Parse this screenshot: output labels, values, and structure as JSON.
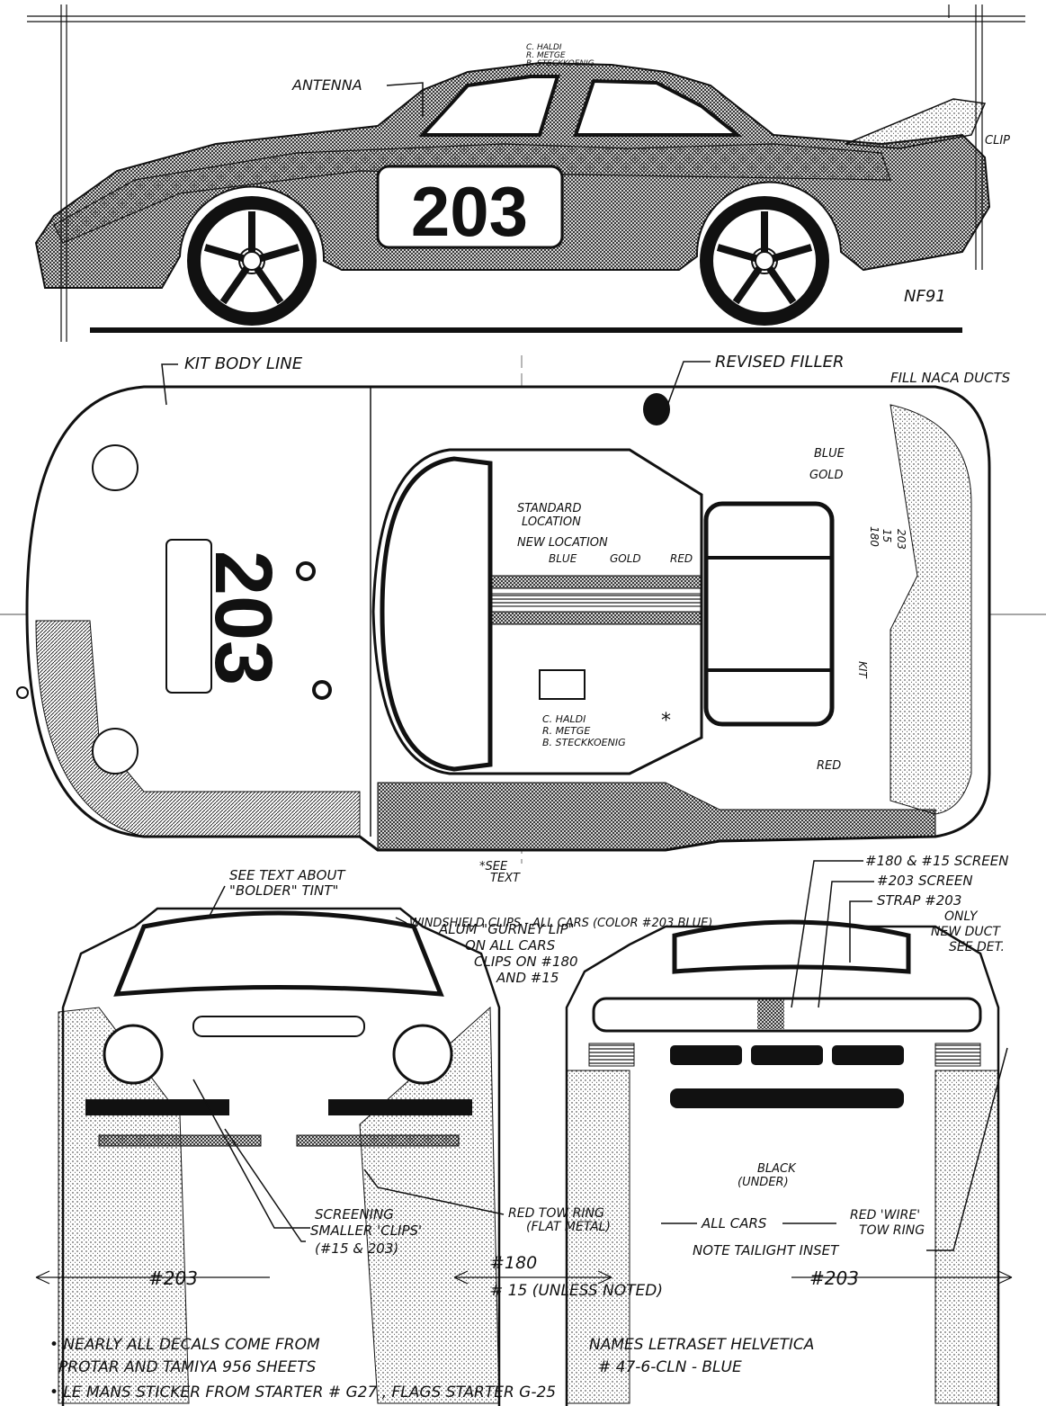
{
  "side_view": {
    "antenna": "ANTENNA",
    "clip": "CLIP",
    "artist_signature": "NF91",
    "car_number": "203",
    "roof_names": [
      "C. HALDI",
      "R. METGE",
      "B. STECKKOENIG"
    ]
  },
  "top_view": {
    "car_number": "203",
    "kit_body_line": "KIT BODY LINE",
    "revised_filler": "REVISED FILLER",
    "fill_naca_ducts": "FILL NACA DUCTS",
    "blue_label": "BLUE",
    "gold_label": "GOLD",
    "standard_location": [
      "STANDARD",
      "LOCATION"
    ],
    "new_location": "NEW LOCATION",
    "stripe_blue": "BLUE",
    "stripe_gold": "GOLD",
    "stripe_red": "RED",
    "screen_180": "180",
    "screen_15": "15",
    "screen_203": "203",
    "kit_label": "KIT",
    "red_label": "RED",
    "driver_names": [
      "C. HALDI",
      "R. METGE",
      "B. STECKKOENIG"
    ],
    "asterisk": "*"
  },
  "bottom_views": {
    "see_text_about": "SEE TEXT ABOUT",
    "bolder_tint": "\"BOLDER\" TINT\"",
    "see_text": [
      "*SEE",
      "TEXT"
    ],
    "windshield_clips": "WINDSHIELD CLIPS - ALL CARS (COLOR #203 BLUE)",
    "gurney_lip": [
      "ALUM \"GURNEY LIP\"",
      "ON ALL CARS",
      "CLIPS ON #180",
      "AND #15"
    ],
    "screen_180_15": "#180 & #15 SCREEN",
    "screen_203": "#203 SCREEN",
    "strap_203": "STRAP #203",
    "only": "ONLY",
    "new_duct": "NEW DUCT",
    "see_det": "SEE DET.",
    "black_under": [
      "BLACK",
      "(UNDER)"
    ],
    "screening": "SCREENING",
    "smaller_clips": "SMALLER 'CLIPS'",
    "clips_15_203": "(#15 & 203)",
    "red_tow_ring": "RED TOW RING",
    "flat_metal": "(FLAT METAL)",
    "all_cars": "ALL CARS",
    "red_wire": "RED 'WIRE'",
    "tow_ring": "TOW RING",
    "note_taillight": "NOTE TAILIGHT INSET",
    "dim_left": "#203",
    "dim_center_1": "#180",
    "dim_center_2": "# 15 (UNLESS NOTED)",
    "dim_right": "#203"
  },
  "notes": {
    "line1": "• NEARLY ALL DECALS COME FROM",
    "line2": "PROTAR AND TAMIYA 956 SHEETS",
    "line3": "• LE MANS STICKER FROM STARTER # G27 , FLAGS STARTER G-25",
    "names1": "NAMES LETRASET HELVETICA",
    "names2": "# 47-6-CLN - BLUE"
  }
}
